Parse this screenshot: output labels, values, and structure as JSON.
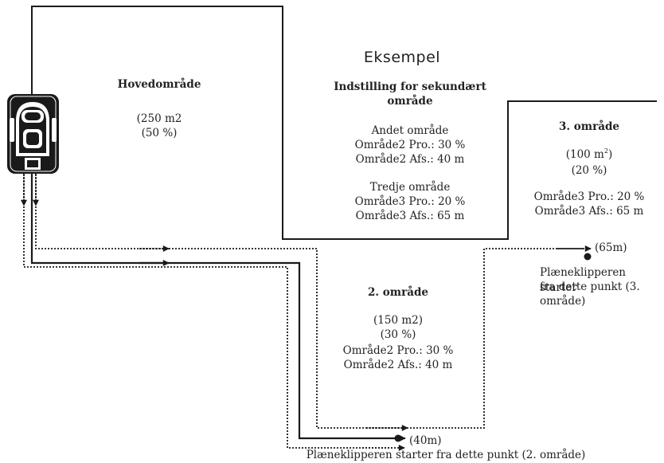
{
  "title": "Eksempel",
  "settings": {
    "heading_1": "Indstilling for sekundært",
    "heading_2": "område",
    "second_name": "Andet område",
    "second_pro": "Område2 Pro.: 30 %",
    "second_dist": "Område2 Afs.: 40 m",
    "third_name": "Tredje område",
    "third_pro": "Område3 Pro.: 20 %",
    "third_dist": "Område3 Afs.: 65 m"
  },
  "main_area": {
    "name": "Hovedområde",
    "size": "(250 m2",
    "percent": "(50 %)"
  },
  "area3": {
    "name": "3. område",
    "size_prefix": "(100 m",
    "size_sup": "2",
    "size_suffix": ")",
    "percent": "(20 %)",
    "pro": "Område3 Pro.: 20 %",
    "dist": "Område3 Afs.: 65 m"
  },
  "area2": {
    "name": "2. område",
    "size": "(150 m2)",
    "percent": "(30 %)",
    "pro": "Område2 Pro.: 30 %",
    "dist": "Område2 Afs.: 40 m"
  },
  "start_points": {
    "p3_distance": "(65m)",
    "p3_line1": "Plæneklipperen starter",
    "p3_line2": "fra dette punkt (3.",
    "p3_line3": "område)",
    "p2_distance": "(40m)",
    "p2_caption": "Plæneklipperen starter fra dette punkt (2. område)"
  },
  "colors": {
    "line": "#1a1a1a",
    "text": "#222222"
  }
}
